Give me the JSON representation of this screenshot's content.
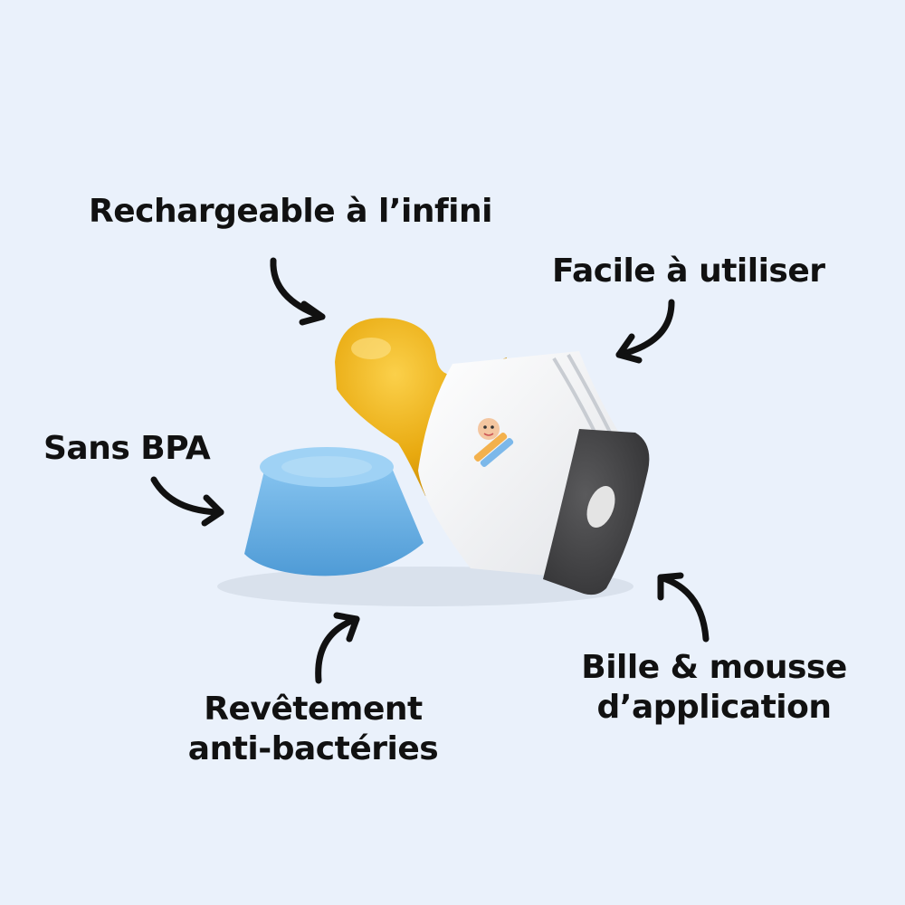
{
  "labels": {
    "rechargeable": "Rechargeable à l’infini",
    "facile": "Facile à utiliser",
    "sans_bpa": "Sans BPA",
    "revetement_line1": "Revêtement",
    "revetement_line2": "anti-bactéries",
    "bille_line1": "Bille & mousse",
    "bille_line2": "d’application"
  },
  "colors": {
    "background": "#eaf1fb",
    "text": "#111111",
    "handle_yellow": "#e8a90f",
    "cap_blue": "#6fb4e6",
    "body_white": "#fbfbfb",
    "foam_gray": "#4a4a4c"
  },
  "icons": [
    "curved-arrow-icon"
  ]
}
